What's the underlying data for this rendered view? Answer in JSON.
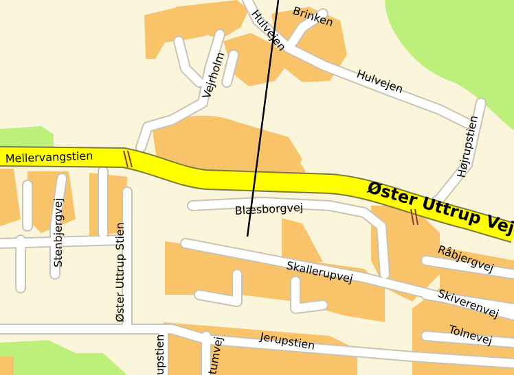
{
  "map": {
    "colors": {
      "background": "#FBF5DC",
      "built_area": "#F9C36A",
      "green_area": "#BDF07A",
      "road": "#FFFFFF",
      "road_casing": "#C9C3B3",
      "major_road": "#FFFF00",
      "major_road_casing": "#7A7A3A",
      "route_line": "#000000",
      "label": "#000000"
    },
    "labels": {
      "brinken": "Brinken",
      "hulvejen_north": "Hulvejen",
      "vejrholm": "Vejrholm",
      "hulvejen_east": "Hulvejen",
      "hojrupstien": "Højrupstien",
      "mellervangstien": "Mellervangstien",
      "oster_uttrup_vej": "Øster Uttrup Vej",
      "blaesborgvej": "Blæsborgvej",
      "stenbjergvej": "Stenbjergvej",
      "oster_uttrup_stien": "Øster Uttrup Stien",
      "skallerupvej": "Skallerupvej",
      "rabjergvej": "Råbjergvej",
      "skiverenvej": "Skiverenvej",
      "jerupstien": "Jerupstien",
      "tolnevej": "Tolnevej",
      "upstien_partial": "upstien",
      "tumvej_partial": "tumvej"
    }
  }
}
